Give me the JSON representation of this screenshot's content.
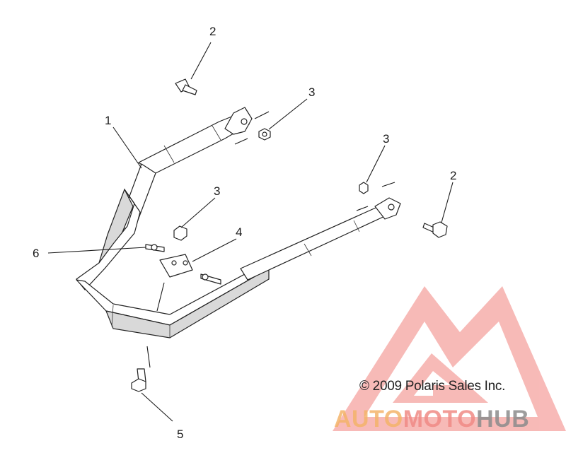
{
  "callouts": {
    "c1": "1",
    "c2_left": "2",
    "c2_right": "2",
    "c3_top": "3",
    "c3_right": "3",
    "c3_mid": "3",
    "c4": "4",
    "c5": "5",
    "c6": "6"
  },
  "copyright": "© 2009 Polaris Sales Inc.",
  "watermark": {
    "part1": "AUTO",
    "part2": "MOTO",
    "part3": "HUB",
    "colors": {
      "auto": "#f4b46a",
      "moto": "#f08b86",
      "hub": "#8c8c8c",
      "logo": "#f5a3a0"
    }
  }
}
